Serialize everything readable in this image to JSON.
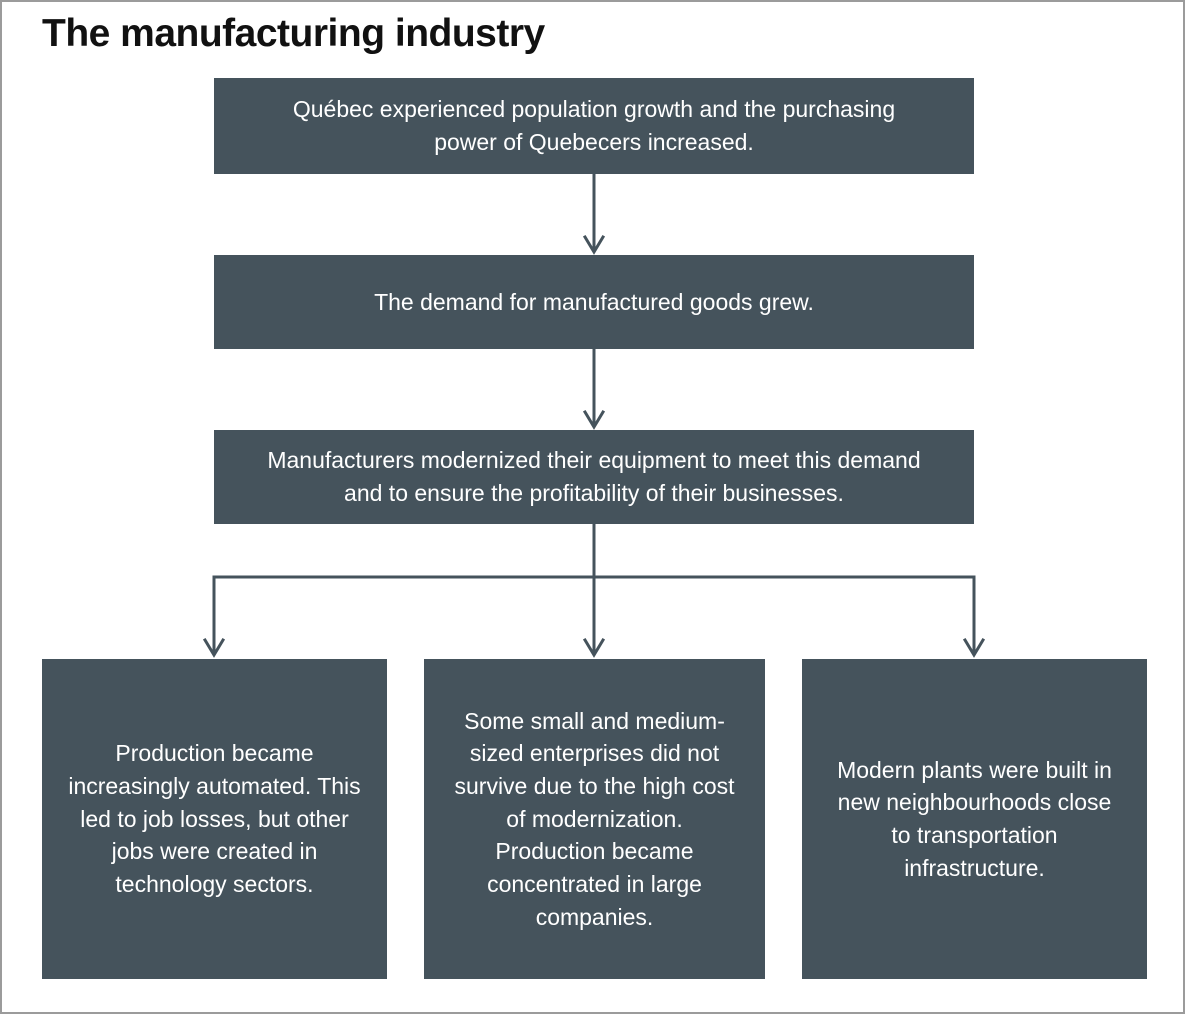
{
  "title": "The manufacturing industry",
  "colors": {
    "box_bg": "#45535c",
    "box_text": "#ffffff",
    "arrow": "#45535c",
    "title_text": "#111111",
    "page_border": "#9b9b9b"
  },
  "flow": {
    "step1": "Québec experienced population growth and the purchasing power of Quebecers increased.",
    "step2": "The demand for manufactured goods grew.",
    "step3": "Manufacturers modernized their equipment to meet this demand and to ensure the profitability of their businesses.",
    "outcomes": [
      "Production became increasingly automated. This led to job losses, but other jobs were created in technology sectors.",
      "Some small and medium-sized enterprises did not survive due to the high cost of modernization. Production became concentrated in large companies.",
      "Modern plants were built in new neighbourhoods close to transportation infrastructure."
    ]
  }
}
